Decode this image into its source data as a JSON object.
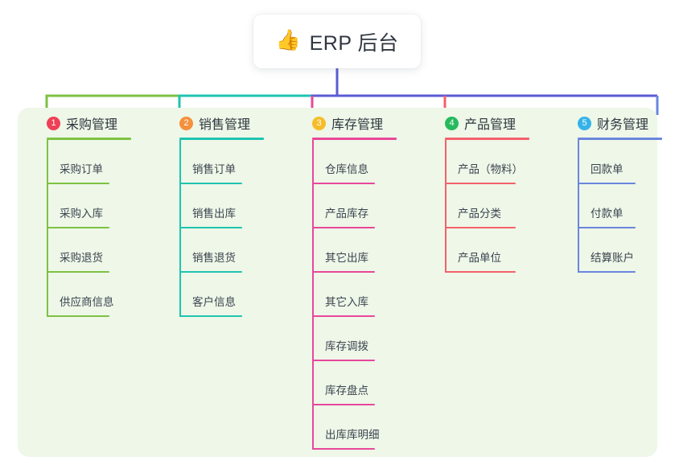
{
  "diagram": {
    "type": "mind-map",
    "title": "ERP 后台",
    "root": {
      "icon": "thumbs-up-icon",
      "emoji": "👍",
      "label": "ERP 后台"
    },
    "panel_color": "#eef7e8",
    "root_connector_color": "#5b5bd6",
    "branches": [
      {
        "number": "1",
        "label": "采购管理",
        "badge_color": "#ef4056",
        "line_color": "#7dc242",
        "items": [
          "采购订单",
          "采购入库",
          "采购退货",
          "供应商信息"
        ]
      },
      {
        "number": "2",
        "label": "销售管理",
        "badge_color": "#f5903c",
        "line_color": "#1fc4b0",
        "items": [
          "销售订单",
          "销售出库",
          "销售退货",
          "客户信息"
        ]
      },
      {
        "number": "3",
        "label": "库存管理",
        "badge_color": "#f7bd29",
        "line_color": "#e8479b",
        "items": [
          "仓库信息",
          "产品库存",
          "其它出库",
          "其它入库",
          "库存调拨",
          "库存盘点",
          "出库库明细"
        ]
      },
      {
        "number": "4",
        "label": "产品管理",
        "badge_color": "#27ba5d",
        "line_color": "#f4616b",
        "items": [
          "产品（物料）",
          "产品分类",
          "产品单位"
        ]
      },
      {
        "number": "5",
        "label": "财务管理",
        "badge_color": "#35b3e8",
        "line_color": "#6a86dd",
        "items": [
          "回款单",
          "付款单",
          "结算账户"
        ]
      }
    ]
  }
}
